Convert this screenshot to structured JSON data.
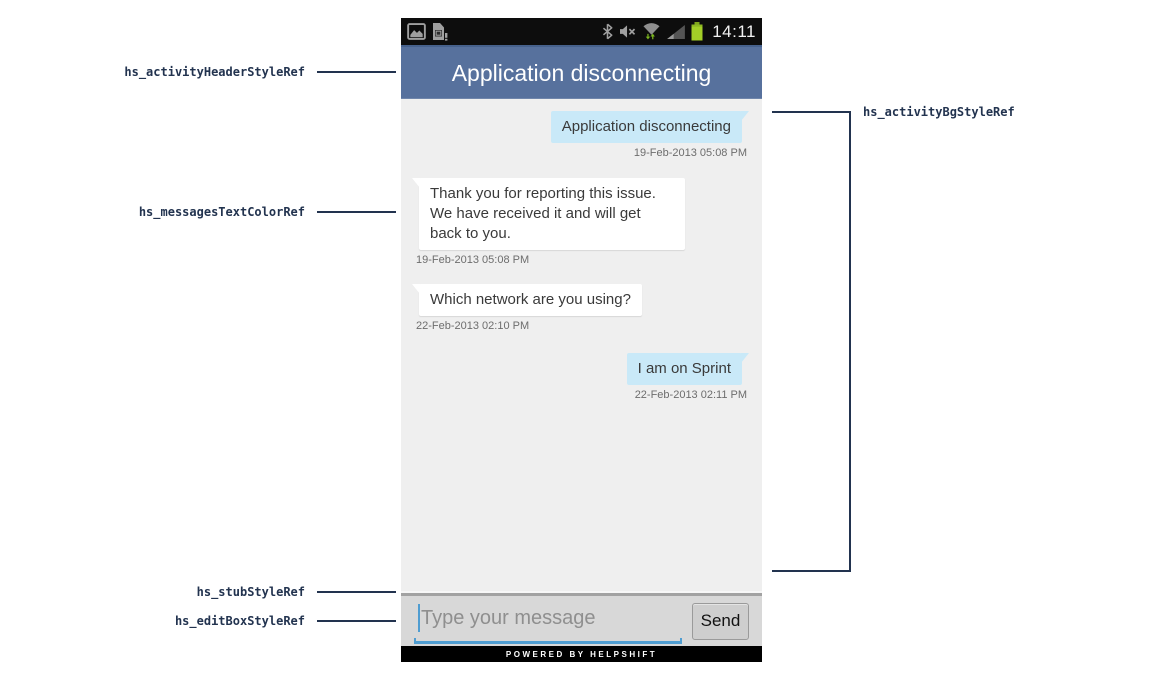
{
  "annotations": {
    "color": "#22334f",
    "left": [
      {
        "label": "hs_activityHeaderStyleRef"
      },
      {
        "label": "hs_messagesTextColorRef"
      },
      {
        "label": "hs_stubStyleRef"
      },
      {
        "label": "hs_editBoxStyleRef"
      }
    ],
    "right": [
      {
        "label": "hs_activityBgStyleRef"
      }
    ]
  },
  "phone": {
    "status_bar": {
      "time": "14:11",
      "icons": [
        "gallery-icon",
        "sim-alert-icon",
        "bluetooth-icon",
        "mute-icon",
        "wifi-traffic-icon",
        "signal-strength-icon",
        "battery-icon"
      ],
      "battery_color": "#a3cf27",
      "traffic_arrow_color": "#7cb71e"
    },
    "header": {
      "title": "Application disconnecting",
      "bg_color": "#57719d"
    },
    "chat": {
      "bg_color": "#efefef",
      "bubble_colors": {
        "outgoing": "#c9e9f8",
        "incoming": "#ffffff"
      },
      "messages": [
        {
          "side": "right",
          "text": "Application disconnecting",
          "timestamp": "19-Feb-2013 05:08 PM"
        },
        {
          "side": "left",
          "text": "Thank you for reporting this issue. We have received it and will get back to you.",
          "timestamp": "19-Feb-2013 05:08 PM"
        },
        {
          "side": "left",
          "text": "Which network are you using?",
          "timestamp": "22-Feb-2013 02:10 PM"
        },
        {
          "side": "right",
          "text": "I am on Sprint",
          "timestamp": "22-Feb-2013 02:11 PM"
        }
      ]
    },
    "composer": {
      "placeholder": "Type your message",
      "send_label": "Send",
      "underline_color": "#4f9dd1",
      "bg_color": "#d8d8d8"
    },
    "footer": {
      "text": "POWERED BY HELPSHIFT",
      "bg_color": "#000000"
    }
  }
}
